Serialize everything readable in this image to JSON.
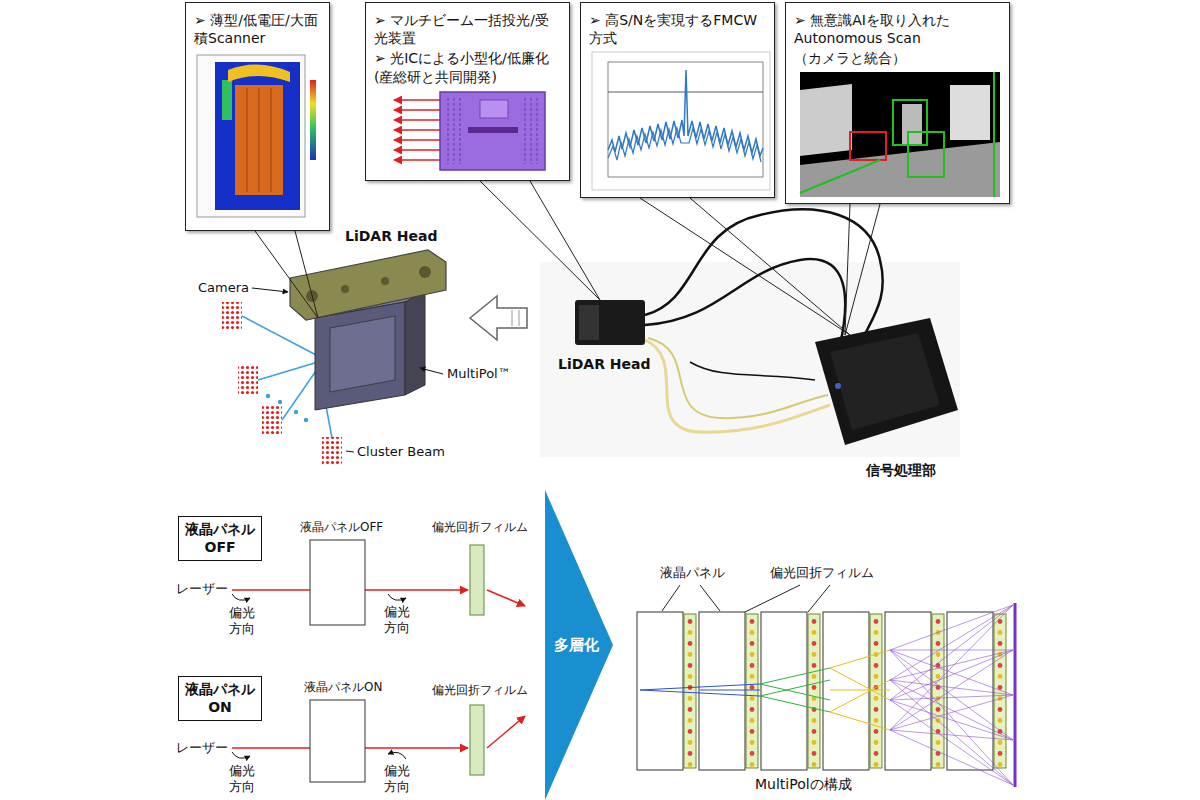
{
  "diagram": {
    "nodes": [
      {
        "text": [
          "➢ 薄型/低電圧/大面積Scanner"
        ]
      },
      {
        "text": [
          "➢ マルチビーム一括投光/受光装置",
          "➢ 光ICによる小型化/低廉化(産総研と共同開発)"
        ]
      },
      {
        "text": [
          "➢ 高S/Nを実現するFMCW方式"
        ]
      },
      {
        "text": [
          "➢ 無意識AIを取り入れた Autonomous Scan",
          "（カメラと統合）"
        ]
      },
      {
        "text": [
          "液晶パネル OFF"
        ]
      },
      {
        "text": [
          "液晶パネル ON"
        ]
      },
      {
        "text": [
          "多層化"
        ]
      }
    ],
    "labels": [
      "LiDAR Head",
      "Camera",
      "LiDAR Head",
      "MultiPol™",
      "Cluster Beam",
      "信号処理部",
      "液晶パネルOFF",
      "偏光回折フィルム",
      "レーザー",
      "偏光 方向",
      "偏光 方向",
      "液晶パネル",
      "偏光回折フィルム",
      "液晶パネルON",
      "偏光回折フィルム",
      "レーザー",
      "偏光 方向",
      "偏光 方向",
      "MultiPolの構成"
    ]
  }
}
